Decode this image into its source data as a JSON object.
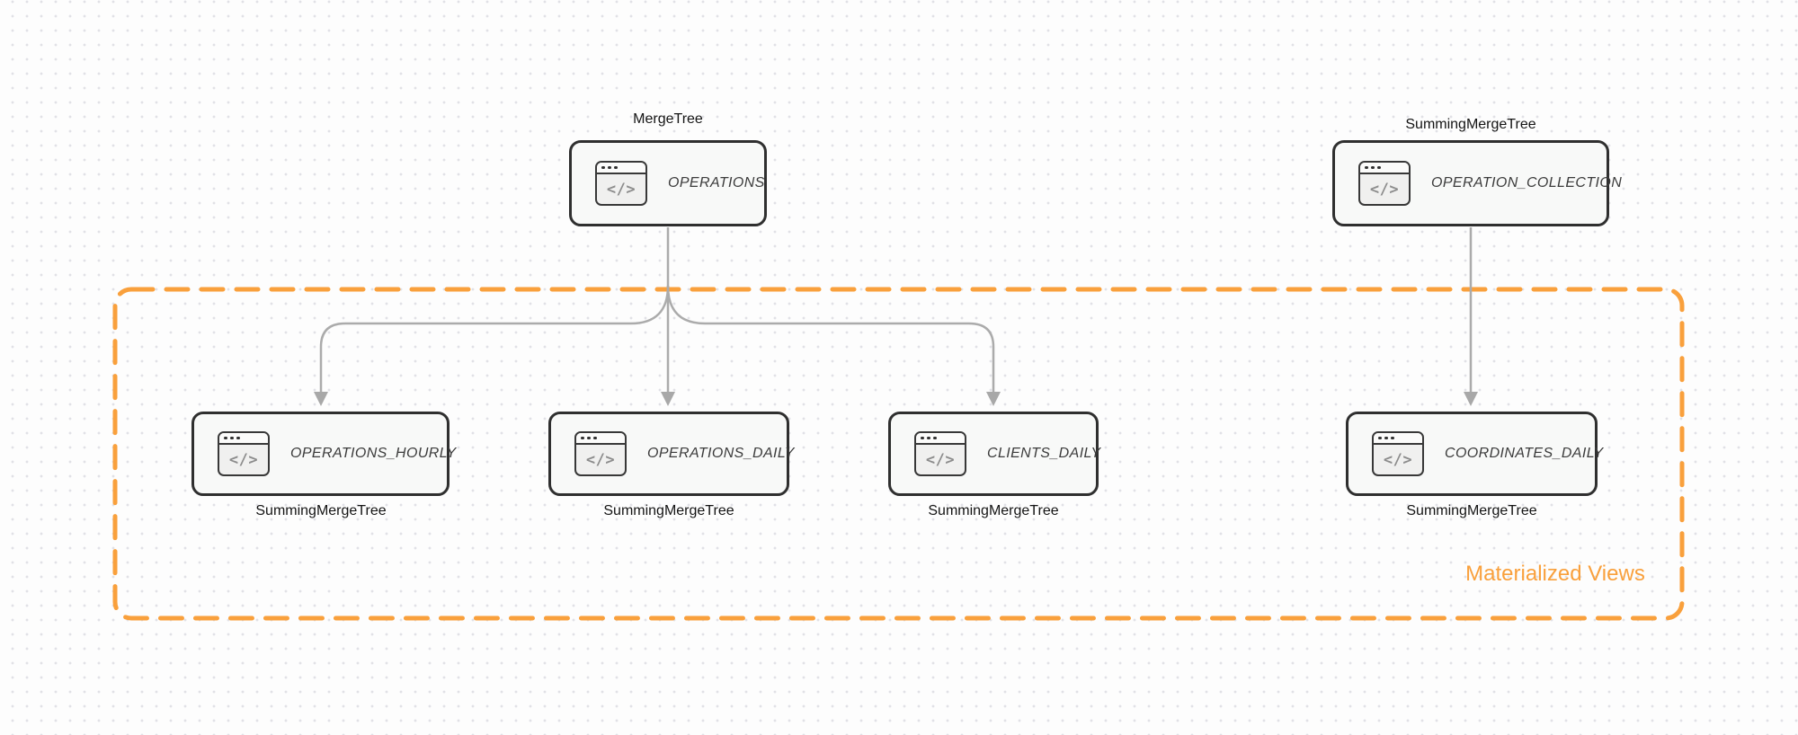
{
  "diagram": {
    "type": "database-materialized-views",
    "group": {
      "label": "Materialized Views"
    },
    "colors": {
      "accent_orange": "#F9A03C",
      "node_border": "#2F2F2F",
      "node_fill": "#F8F9F8",
      "arrow_gray": "#ABABAB",
      "engine_label_text": "#141414",
      "node_title_text": "#3B3B3B"
    }
  },
  "icon": {
    "name": "code-window-icon",
    "glyph": "</>"
  },
  "nodes": [
    {
      "id": "operations",
      "title": "OPERATIONS",
      "engine": "MergeTree",
      "engine_position": "above",
      "in_group": false
    },
    {
      "id": "operation-collection",
      "title": "OPERATION_COLLECTION",
      "engine": "SummingMergeTree",
      "engine_position": "above",
      "in_group": false
    },
    {
      "id": "operations-hourly",
      "title": "OPERATIONS_HOURLY",
      "engine": "SummingMergeTree",
      "engine_position": "below",
      "in_group": true
    },
    {
      "id": "operations-daily",
      "title": "OPERATIONS_DAILY",
      "engine": "SummingMergeTree",
      "engine_position": "below",
      "in_group": true
    },
    {
      "id": "clients-daily",
      "title": "CLIENTS_DAILY",
      "engine": "SummingMergeTree",
      "engine_position": "below",
      "in_group": true
    },
    {
      "id": "coordinates-daily",
      "title": "COORDINATES_DAILY",
      "engine": "SummingMergeTree",
      "engine_position": "below",
      "in_group": true
    }
  ],
  "edges": [
    {
      "from": "OPERATIONS",
      "to": "OPERATIONS_HOURLY"
    },
    {
      "from": "OPERATIONS",
      "to": "OPERATIONS_DAILY"
    },
    {
      "from": "OPERATIONS",
      "to": "CLIENTS_DAILY"
    },
    {
      "from": "OPERATION_COLLECTION",
      "to": "COORDINATES_DAILY"
    }
  ]
}
